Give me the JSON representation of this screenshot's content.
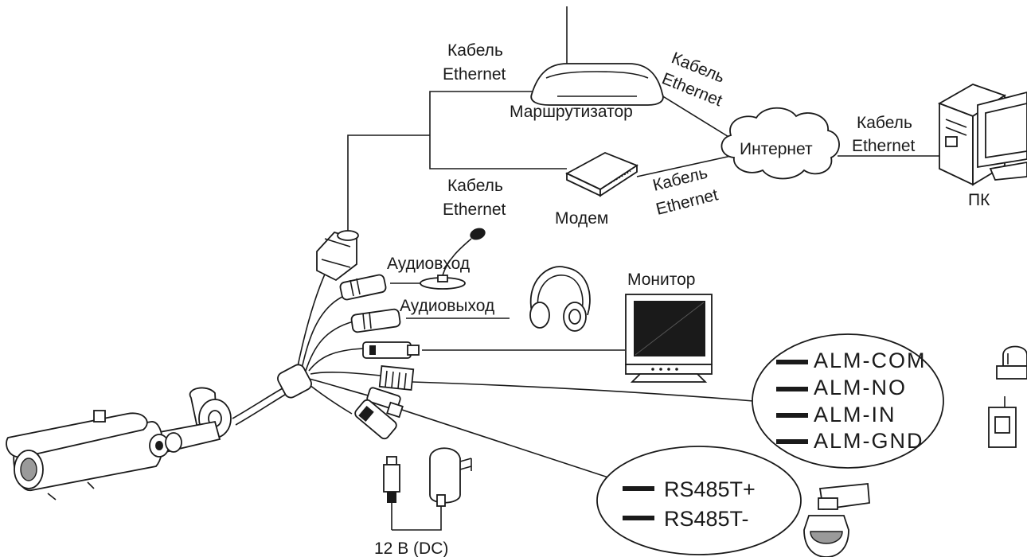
{
  "labels": {
    "cable_router_left_1": "Кабель",
    "cable_router_left_2": "Ethernet",
    "cable_router_right_1": "Кабель",
    "cable_router_right_2": "Ethernet",
    "router": "Маршрутизатор",
    "internet": "Интернет",
    "cable_pc_1": "Кабель",
    "cable_pc_2": "Ethernet",
    "pc": "ПК",
    "cable_modem_left_1": "Кабель",
    "cable_modem_left_2": "Ethernet",
    "modem": "Модем",
    "cable_modem_right_1": "Кабель",
    "cable_modem_right_2": "Ethernet",
    "audio_in": "Аудиовход",
    "audio_out": "Аудиовыход",
    "monitor": "Монитор",
    "power": "12 В (DC)"
  },
  "alarm_terminals": [
    "ALM-COM",
    "ALM-NO",
    "ALM-IN",
    "ALM-GND"
  ],
  "rs485_terminals": [
    "RS485T+",
    "RS485T-"
  ],
  "icons": [
    "antenna-icon",
    "router-icon",
    "modem-icon",
    "cloud-icon",
    "pc-tower-icon",
    "pc-monitor-icon",
    "ethernet-connector-icon",
    "microphone-icon",
    "headphones-icon",
    "monitor-icon",
    "siren-icon",
    "alarm-sensor-icon",
    "dc-plug-icon",
    "power-adapter-icon",
    "ptz-camera-icon",
    "bullet-camera-icon"
  ]
}
